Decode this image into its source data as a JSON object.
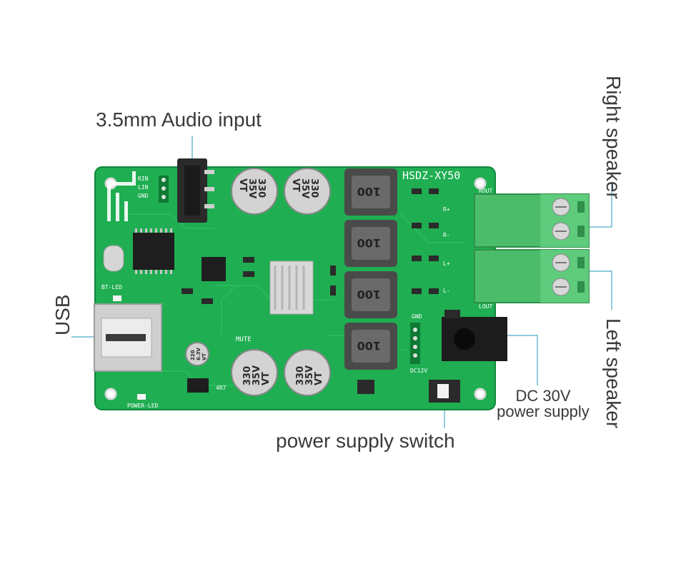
{
  "labels": {
    "audio_input": "3.5mm Audio input",
    "usb": "USB",
    "right_speaker": "Right speaker",
    "left_speaker": "Left speaker",
    "dc_power_line1": "DC 30V",
    "dc_power_line2": "power supply",
    "power_switch": "power supply switch"
  },
  "board": {
    "model": "HSDZ-XY50",
    "pin_labels": [
      "RIN",
      "LIN",
      "GND"
    ],
    "bt_led": "BT-LED",
    "power_led": "POWER-LED",
    "mute": "MUTE",
    "gnd": "GND",
    "dc12v": "DC12V",
    "rout": "ROUT",
    "lout": "LOUT",
    "r_plus": "R+",
    "r_minus": "R-",
    "l_plus": "L+",
    "l_minus": "L-",
    "small_chip": "4R7",
    "capacitor_value": "330",
    "capacitor_voltage": "35V",
    "capacitor_brand": "VT",
    "small_cap_value": "220",
    "small_cap_voltage": "6.3V",
    "small_cap_brand": "VT",
    "inductor_value": "100"
  },
  "colors": {
    "pcb_green": "#1fae52",
    "pcb_dark": "#12873c",
    "terminal_green": "#4bbd6a",
    "callout_line": "#4aa9c8",
    "text": "#3a3a3a"
  }
}
